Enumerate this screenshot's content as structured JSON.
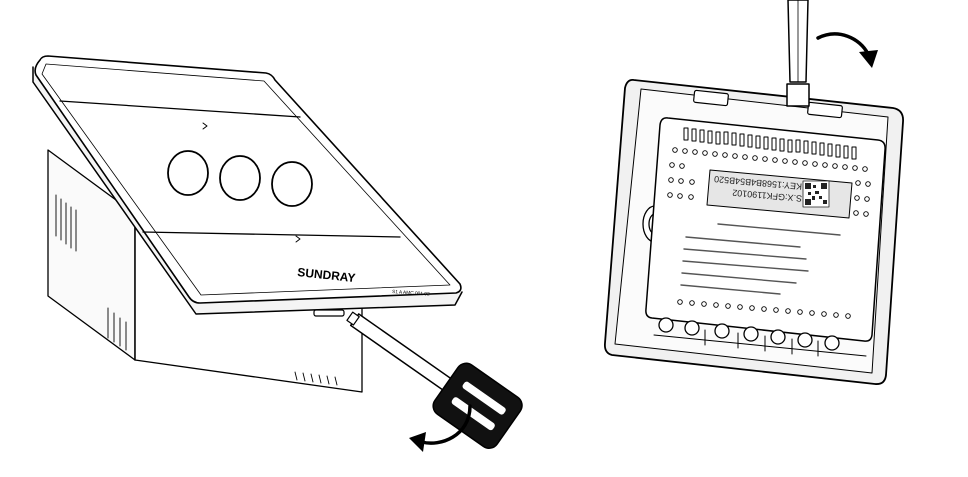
{
  "left_panel": {
    "brand_logo": "SUNDRAY",
    "model_label": "S1 A AMC 001 02"
  },
  "right_panel": {
    "sticker_lines": [
      "S.X:GFK1190102",
      "KEY:1568B4B54B520"
    ]
  },
  "colors": {
    "line": "#000000",
    "panel_fill": "#ffffff",
    "back_fill": "#f1f1f1",
    "sticker_fill": "#e6e6e6",
    "handle_fill": "#111111"
  }
}
